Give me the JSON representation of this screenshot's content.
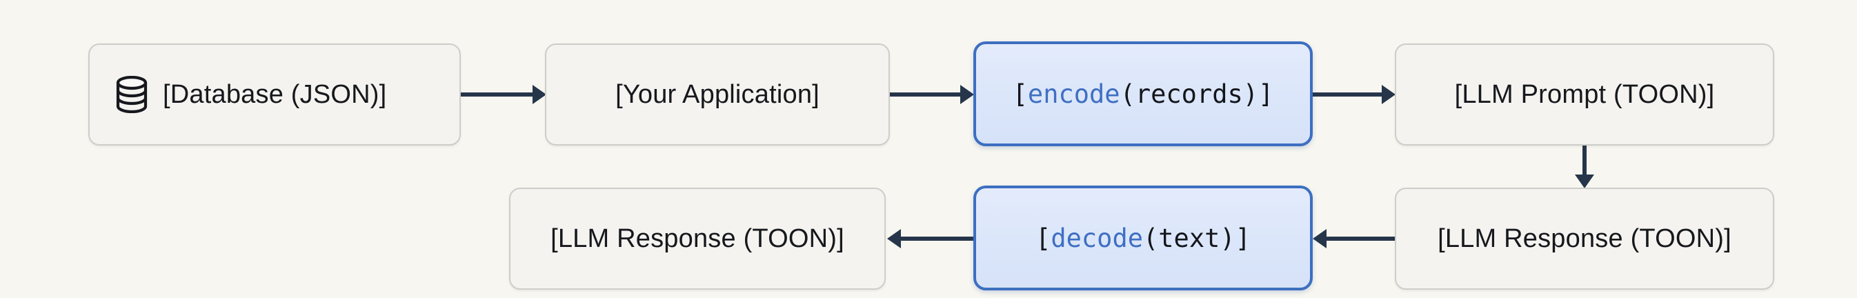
{
  "diagram": {
    "title": "TOON encode/decode pipeline flowchart",
    "background_color": "#f7f6f0",
    "accent_color": "#3d6fc0",
    "edge_color": "#26354a",
    "nodes": [
      {
        "id": "database",
        "label": "[Database (JSON)]",
        "icon": "database-icon",
        "style": "plain",
        "row": 1
      },
      {
        "id": "application",
        "label": "[Your Application]",
        "style": "plain",
        "row": 1
      },
      {
        "id": "encode",
        "label_prefix": "[",
        "label_fn": "encode",
        "label_suffix": "(records)]",
        "style": "code",
        "row": 1
      },
      {
        "id": "llm_prompt",
        "label": "[LLM Prompt (TOON)]",
        "style": "plain",
        "row": 1
      },
      {
        "id": "llm_response_out",
        "label": "[LLM Response (TOON)]",
        "style": "plain",
        "row": 2
      },
      {
        "id": "decode",
        "label_prefix": "[",
        "label_fn": "decode",
        "label_suffix": "(text)]",
        "style": "code",
        "row": 2
      },
      {
        "id": "llm_response_in",
        "label": "[LLM Response (TOON)]",
        "style": "plain",
        "row": 2
      }
    ],
    "edges": [
      {
        "id": "e1",
        "from": "database",
        "to": "application",
        "direction": "right"
      },
      {
        "id": "e2",
        "from": "application",
        "to": "encode",
        "direction": "right"
      },
      {
        "id": "e3",
        "from": "encode",
        "to": "llm_prompt",
        "direction": "right"
      },
      {
        "id": "e4",
        "from": "llm_prompt",
        "to": "llm_response_in",
        "direction": "down"
      },
      {
        "id": "e5",
        "from": "llm_response_in",
        "to": "decode",
        "direction": "left"
      },
      {
        "id": "e6",
        "from": "decode",
        "to": "llm_response_out",
        "direction": "left"
      }
    ]
  }
}
